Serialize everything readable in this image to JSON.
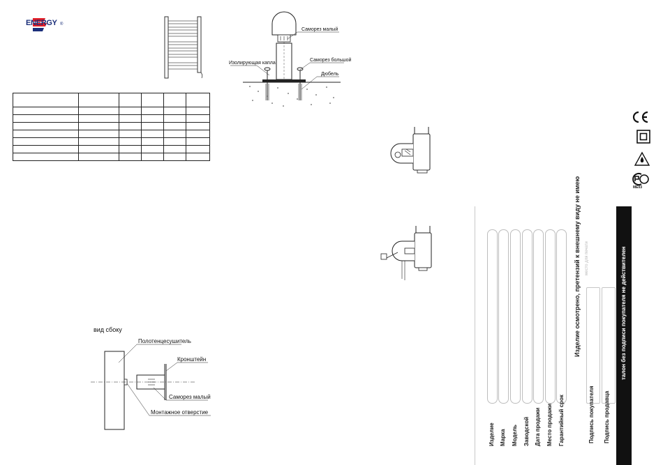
{
  "brand": {
    "name": "ENERGY",
    "registered": "®",
    "colors": {
      "red": "#e41e26",
      "blue": "#1b2f7a"
    }
  },
  "mount_diagram": {
    "label_small_screw_top": "Саморез малый",
    "label_insulating_cap": "Изолирующая капла",
    "label_large_screw": "Саморез большой",
    "label_dowel": "Дюбель"
  },
  "side_view": {
    "caption": "вид сбоку",
    "label_towel_dryer": "Полотенцесушитель",
    "label_bracket": "Кронштейн",
    "label_small_screw": "Саморез малый",
    "label_mount_hole": "Монтажное отверстие"
  },
  "certifications": [
    "CE",
    "class-II",
    "triangle-drop",
    "PCT"
  ],
  "cert_caption": "МЕ03",
  "warranty": {
    "field_labels": [
      "Изделие",
      "Марка",
      "Модель",
      "Заводской",
      "Дата продажи",
      "Место продажи",
      "Гарантийный срок"
    ],
    "heading": "Изделие осмотрено, претензий к внешнему виду не имею",
    "sign_buyer": "Подпись покупателя",
    "sign_seller": "Подпись продавца",
    "stamp": "место для печати",
    "validity_note": "талон без подписи покупателя не действителен"
  }
}
